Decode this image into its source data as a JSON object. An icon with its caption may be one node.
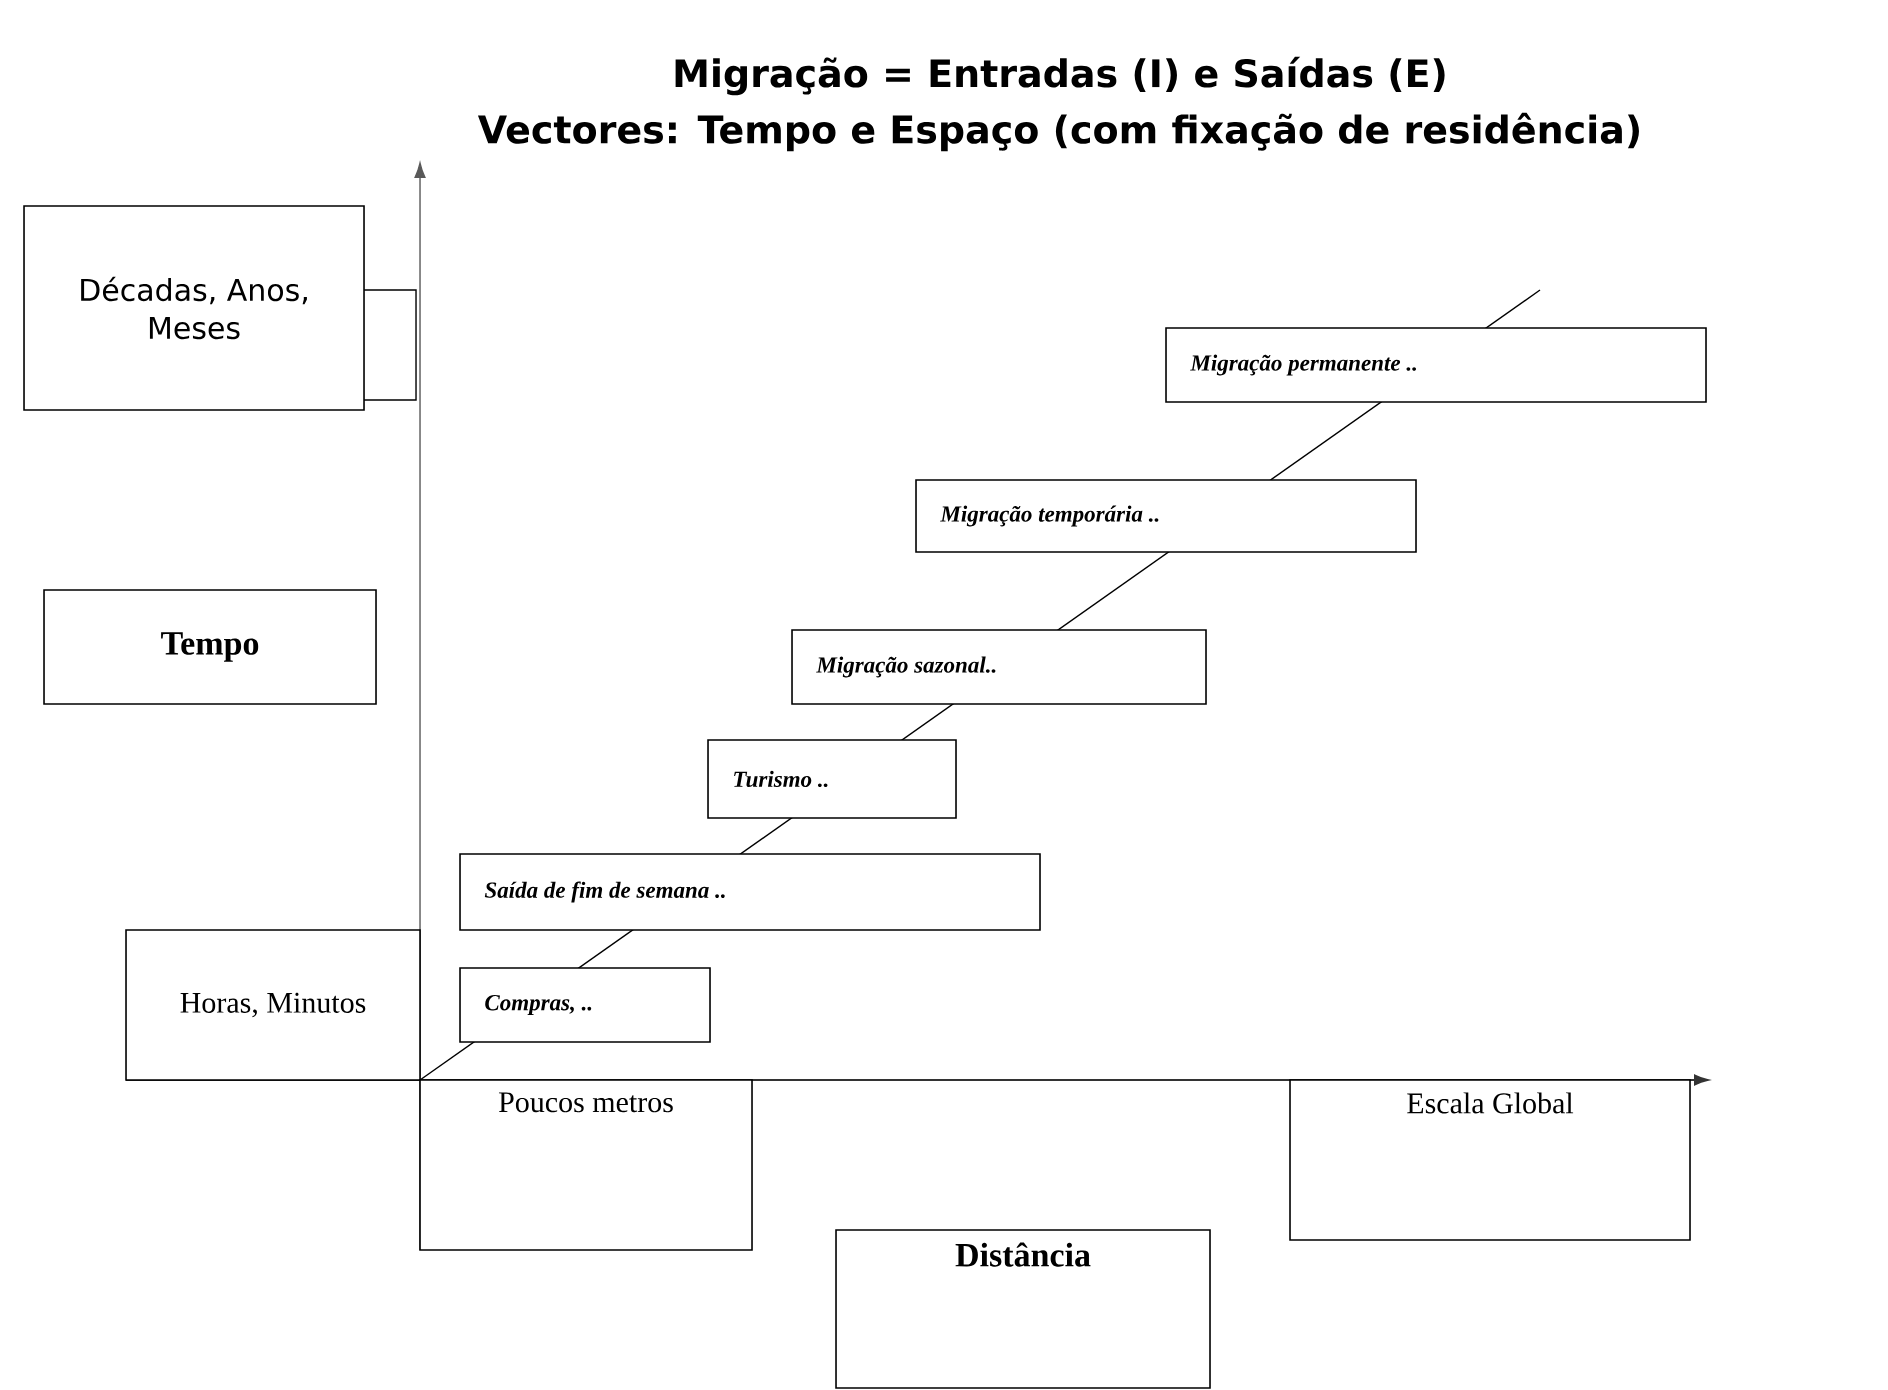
{
  "diagram": {
    "title": "Migração = Entradas (I) e Saídas (E)",
    "nodes": [
      {
        "text": [
          "Décadas, Anos, Meses"
        ]
      },
      {
        "text": [
          "Tempo"
        ]
      },
      {
        "text": [
          "Horas, Minutos"
        ]
      },
      {
        "text": [
          "Compras, .."
        ]
      },
      {
        "text": [
          "Saída de fim de semana .."
        ]
      },
      {
        "text": [
          "Turismo .."
        ]
      },
      {
        "text": [
          "Migração sazonal.."
        ]
      },
      {
        "text": [
          "Migração temporária .."
        ]
      },
      {
        "text": [
          "Migração permanente .."
        ]
      },
      {
        "text": [
          "Poucos metros"
        ]
      },
      {
        "text": [
          "Escala Global"
        ]
      },
      {
        "text": [
          "Distância"
        ]
      }
    ],
    "labels": [
      "Vectores: Tempo e Espaço (com fixação de residência)"
    ]
  }
}
